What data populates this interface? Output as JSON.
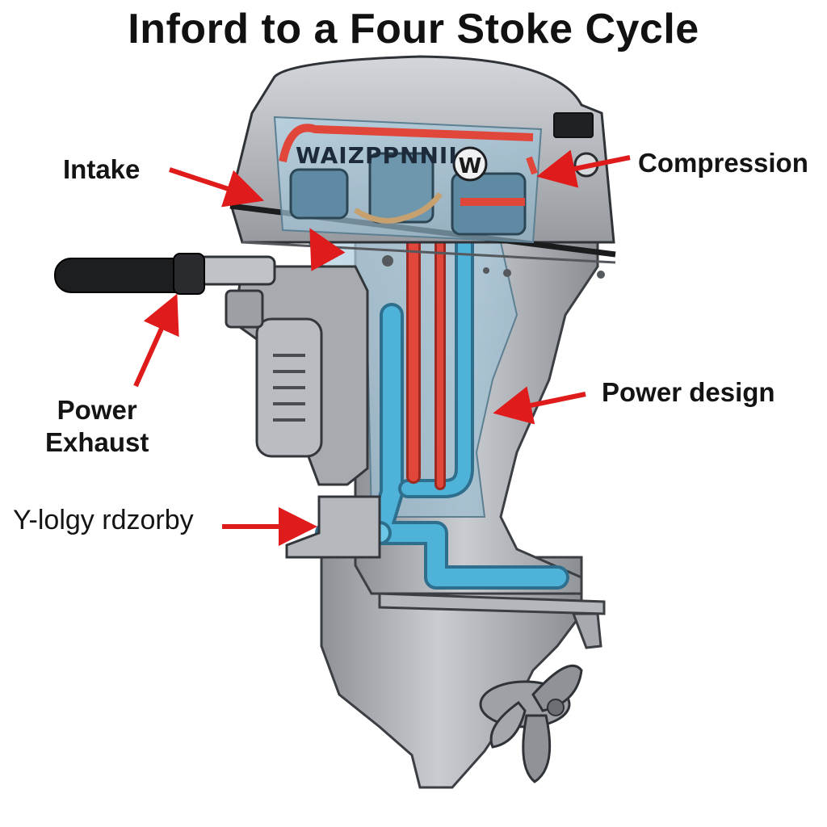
{
  "title": "Inford to a Four Stoke Cycle",
  "labels": {
    "intake": "Intake",
    "compression": "Compression",
    "power_design": "Power design",
    "power_exhaust_line1": "Power",
    "power_exhaust_line2": "Exhaust",
    "lower_unit": "Y-lolgy rdzorby"
  },
  "engine": {
    "brand_text": "WAIZPPNNII",
    "badge_letter": "W"
  },
  "colors": {
    "arrow": "#e01b1b",
    "coolant_pipe": "#4fb3d9",
    "hot_pipe": "#e0463a",
    "metal": "#a9adb2"
  }
}
